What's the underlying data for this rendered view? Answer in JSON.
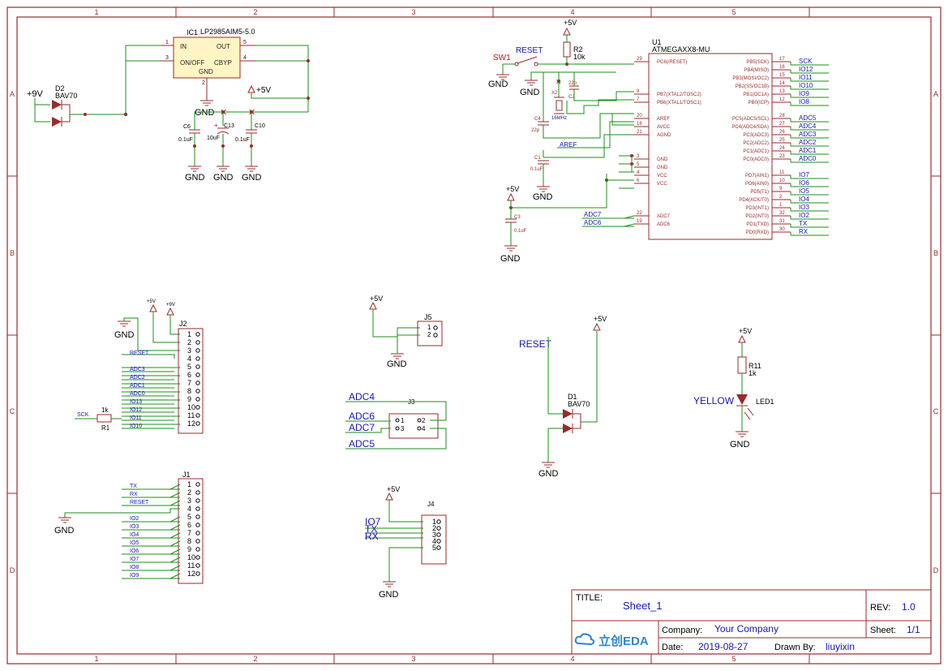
{
  "zones": {
    "columns": [
      "1",
      "2",
      "3",
      "4",
      "5"
    ],
    "rows": [
      "A",
      "B",
      "C",
      "D"
    ]
  },
  "title_block": {
    "title_label": "TITLE:",
    "title": "Sheet_1",
    "rev_label": "REV:",
    "rev": "1.0",
    "company_label": "Company:",
    "company": "Your Company",
    "sheet_label": "Sheet:",
    "sheet": "1/1",
    "date_label": "Date:",
    "date": "2019-08-27",
    "drawn_label": "Drawn By:",
    "drawn_by": "liuyixin",
    "logo_text": "立创EDA"
  },
  "power": {
    "gnd": "GND",
    "p5v": "+5V",
    "p9v": "+9V"
  },
  "ic1": {
    "ref": "IC1",
    "value": "LP2985AIM5-5.0",
    "pin_in": "IN",
    "pin_out": "OUT",
    "pin_onoff": "ON/OFF",
    "pin_cbyp": "CBYP",
    "pin_gnd": "GND",
    "n1": "1",
    "n2": "2",
    "n3": "3",
    "n4": "4",
    "n5": "5"
  },
  "d2": {
    "ref": "D2",
    "value": "BAV70"
  },
  "c6": {
    "ref": "C6",
    "value": "0.1uF"
  },
  "c13": {
    "ref": "C13",
    "value": "10uF"
  },
  "c10": {
    "ref": "C10",
    "value": "0.1uF"
  },
  "sw1": {
    "ref": "SW1",
    "value": "RESET"
  },
  "r2": {
    "ref": "R2",
    "value": "10k"
  },
  "x2": {
    "ref": "X2",
    "value": "16MHz"
  },
  "c2": {
    "ref": "C2",
    "value": "22p"
  },
  "c4": {
    "ref": "C4",
    "value": "22p"
  },
  "c1": {
    "ref": "C1",
    "value": "0.1uF"
  },
  "c3": {
    "ref": "C3",
    "value": "0.1uF"
  },
  "aref_net": "AREF",
  "u1": {
    "ref": "U1",
    "value": "ATMEGAXX8-MU",
    "left_pins": [
      {
        "num": "29",
        "name": "PC6(/RESET)"
      },
      {
        "num": "8",
        "name": "PB7(XTAL2/TOSC2)"
      },
      {
        "num": "7",
        "name": "PB6(XTAL1/TOSC1)"
      },
      {
        "num": "20",
        "name": "AREF"
      },
      {
        "num": "18",
        "name": "AVCC"
      },
      {
        "num": "21",
        "name": "AGND"
      },
      {
        "num": "3",
        "name": "GND"
      },
      {
        "num": "5",
        "name": "GND"
      },
      {
        "num": "4",
        "name": "VCC"
      },
      {
        "num": "6",
        "name": "VCC"
      },
      {
        "num": "22",
        "name": "ADC7"
      },
      {
        "num": "19",
        "name": "ADC6"
      }
    ],
    "left_nets": [
      "ADC7",
      "ADC6"
    ],
    "right_pins": [
      {
        "num": "17",
        "name": "PB5(SCK)",
        "net": "SCK"
      },
      {
        "num": "16",
        "name": "PB4(MISO)",
        "net": "IO12"
      },
      {
        "num": "15",
        "name": "PB3(MOSI/OC2)",
        "net": "IO11"
      },
      {
        "num": "14",
        "name": "PB2(SS/OC1B)",
        "net": "IO10"
      },
      {
        "num": "13",
        "name": "PB1(OC1A)",
        "net": "IO9"
      },
      {
        "num": "12",
        "name": "PB0(ICP)",
        "net": "IO8"
      },
      {
        "num": "28",
        "name": "PC5(ADC5/SCL)",
        "net": "ADC5"
      },
      {
        "num": "27",
        "name": "PC4(ADC4/SDA)",
        "net": "ADC4"
      },
      {
        "num": "26",
        "name": "PC3(ADC3)",
        "net": "ADC3"
      },
      {
        "num": "25",
        "name": "PC2(ADC2)",
        "net": "ADC2"
      },
      {
        "num": "24",
        "name": "PC1(ADC1)",
        "net": "ADC1"
      },
      {
        "num": "23",
        "name": "PC0(ADC0)",
        "net": "ADC0"
      },
      {
        "num": "11",
        "name": "PD7(AIN1)",
        "net": "IO7"
      },
      {
        "num": "10",
        "name": "PD6(AIN0)",
        "net": "IO6"
      },
      {
        "num": "9",
        "name": "PD5(T1)",
        "net": "IO5"
      },
      {
        "num": "2",
        "name": "PD4(XCK/T0)",
        "net": "IO4"
      },
      {
        "num": "1",
        "name": "PD3(INT1)",
        "net": "IO3"
      },
      {
        "num": "32",
        "name": "PD2(INT0)",
        "net": "IO2"
      },
      {
        "num": "31",
        "name": "PD1(TXD)",
        "net": "TX"
      },
      {
        "num": "30",
        "name": "PD0(RXD)",
        "net": "RX"
      }
    ]
  },
  "j2": {
    "ref": "J2",
    "pins": [
      "1",
      "2",
      "3",
      "4",
      "5",
      "6",
      "7",
      "8",
      "9",
      "10",
      "11",
      "12"
    ],
    "nets": [
      "",
      "",
      "RESET",
      "",
      "ADC3",
      "ADC2",
      "ADC1",
      "ADC0",
      "IO13",
      "IO12",
      "IO11",
      "IO10"
    ]
  },
  "r1": {
    "ref": "R1",
    "value": "1k",
    "net": "SCK"
  },
  "j1": {
    "ref": "J1",
    "pins": [
      "1",
      "2",
      "3",
      "4",
      "5",
      "6",
      "7",
      "8",
      "9",
      "10",
      "11",
      "12"
    ],
    "nets": [
      "TX",
      "RX",
      "RESET",
      "",
      "IO2",
      "IO3",
      "IO4",
      "IO5",
      "IO6",
      "IO7",
      "IO8",
      "IO9"
    ]
  },
  "j5": {
    "ref": "J5",
    "pins": [
      "1",
      "2"
    ]
  },
  "j3": {
    "ref": "J3",
    "pins": [
      "1",
      "2",
      "3",
      "4"
    ],
    "nets": [
      "ADC4",
      "ADC6",
      "ADC7",
      "ADC5"
    ]
  },
  "j4": {
    "ref": "J4",
    "pins": [
      "1",
      "2",
      "3",
      "4",
      "5"
    ],
    "nets": [
      "IO7",
      "TX",
      "RX"
    ]
  },
  "d1": {
    "ref": "D1",
    "value": "BAV70",
    "net": "RESET"
  },
  "r11": {
    "ref": "R11",
    "value": "1k"
  },
  "led1": {
    "ref": "LED1",
    "net": "YELLOW"
  }
}
